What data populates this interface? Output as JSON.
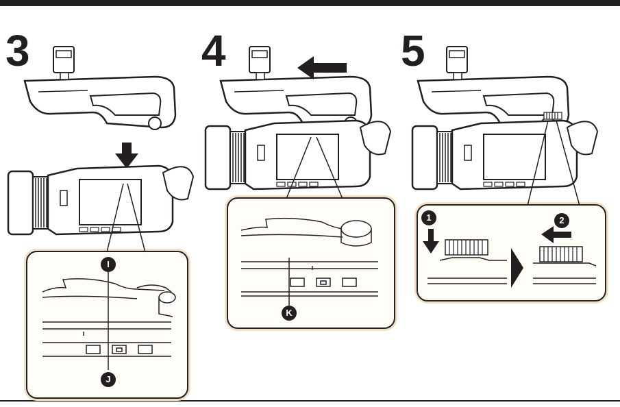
{
  "steps": [
    {
      "number": "3"
    },
    {
      "number": "4"
    },
    {
      "number": "5"
    }
  ],
  "markers": {
    "i": "I",
    "j": "J",
    "k": "K",
    "one": "1",
    "two": "2"
  },
  "colors": {
    "line": "#231f20",
    "callout_fill": "#fffdf7",
    "callout_glow": "#f3dfc4"
  },
  "icons": [
    "arrow-down-icon",
    "arrow-left-icon",
    "arrow-right-icon"
  ]
}
